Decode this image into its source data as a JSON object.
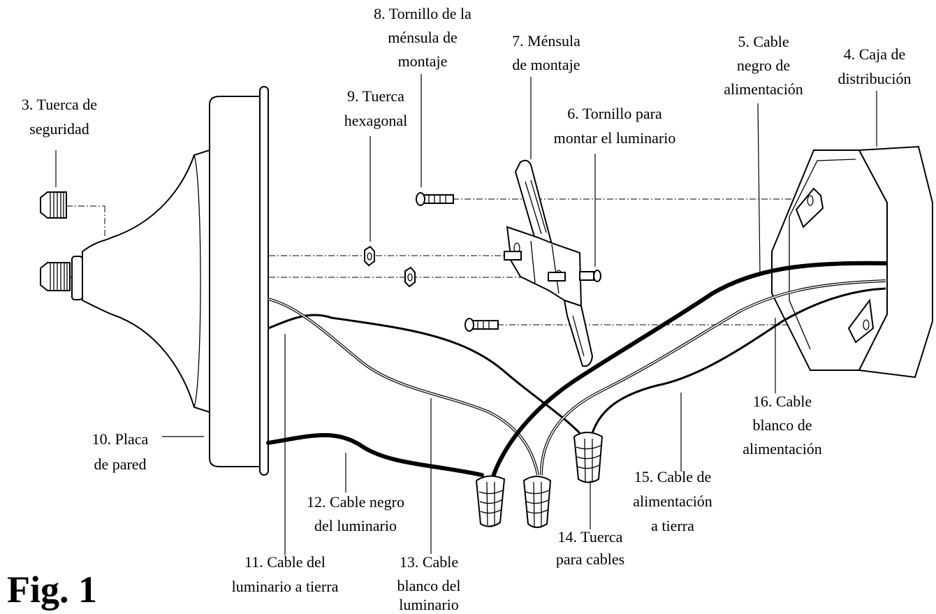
{
  "figure_label": "Fig. 1",
  "labels": {
    "l3": [
      "3.  Tuerca de",
      "seguridad"
    ],
    "l4": [
      "4. Caja de",
      "distribución"
    ],
    "l5": [
      "5. Cable",
      "negro de",
      "alimentación"
    ],
    "l6": [
      "6. Tornillo para",
      "montar el luminario"
    ],
    "l7": [
      "7. Ménsula",
      "de montaje"
    ],
    "l8": [
      "8. Tornillo de la",
      "ménsula de",
      "montaje"
    ],
    "l9": [
      "9. Tuerca",
      "hexagonal"
    ],
    "l10": [
      "10. Placa",
      "de pared"
    ],
    "l11": [
      "11. Cable del",
      "luminario a tierra"
    ],
    "l12": [
      "12. Cable negro",
      "del luminario"
    ],
    "l13": [
      "13. Cable",
      "blanco del",
      "luminario"
    ],
    "l14": [
      "14. Tuerca",
      "para cables"
    ],
    "l15": [
      "15. Cable de",
      "alimentación",
      "a tierra"
    ],
    "l16": [
      "16. Cable",
      "blanco de",
      "alimentación"
    ]
  }
}
